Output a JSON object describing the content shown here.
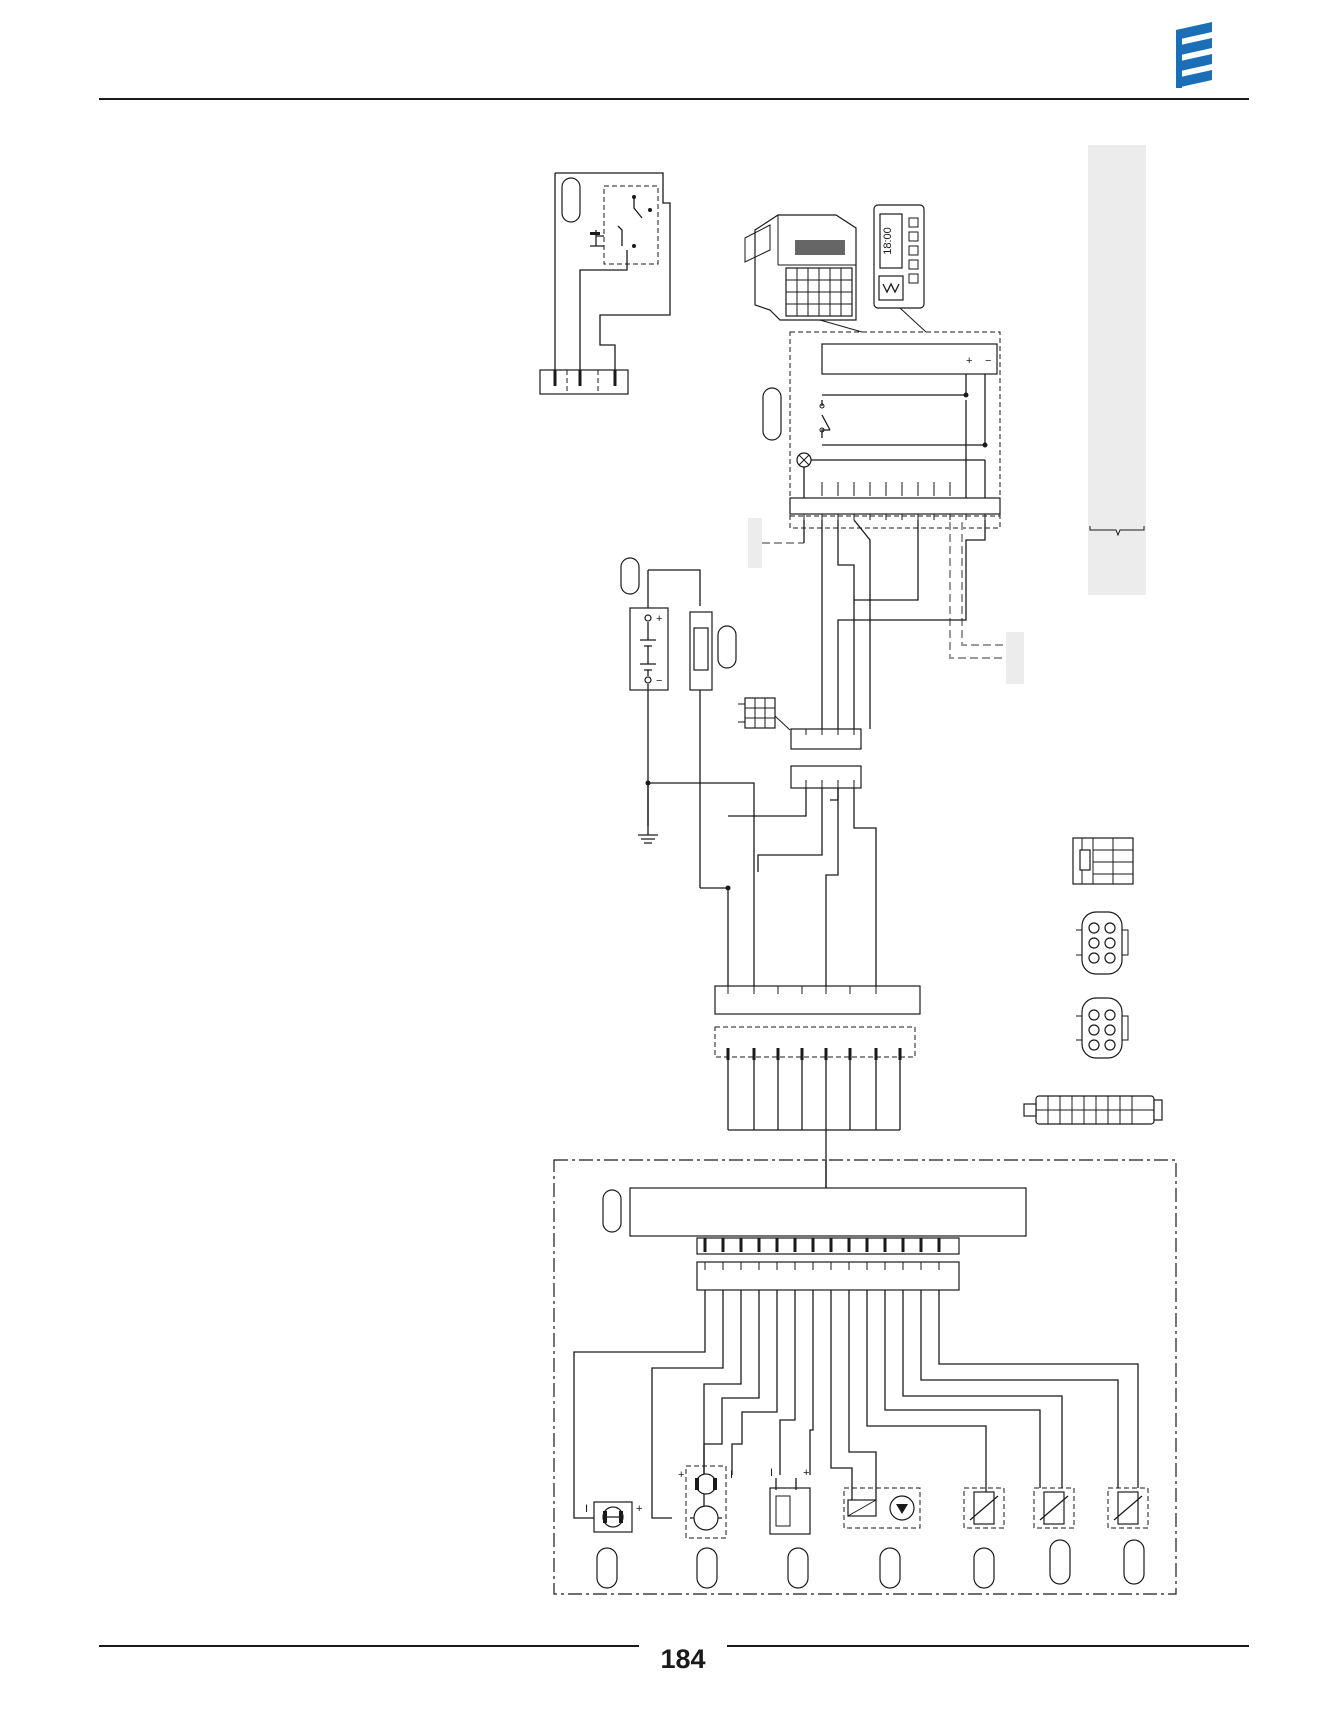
{
  "page": {
    "number": "184"
  },
  "brand": {
    "logo_icon": "eberspaecher-logo-icon",
    "accent_color": "#1a6fb5"
  },
  "control_panel": {
    "display_time": "18:00",
    "icon": "heater-control-panel-icon"
  },
  "diagram": {
    "icon": "wiring-diagram",
    "line_color": "#1a1a1a",
    "highlight_color": "#ececec"
  }
}
